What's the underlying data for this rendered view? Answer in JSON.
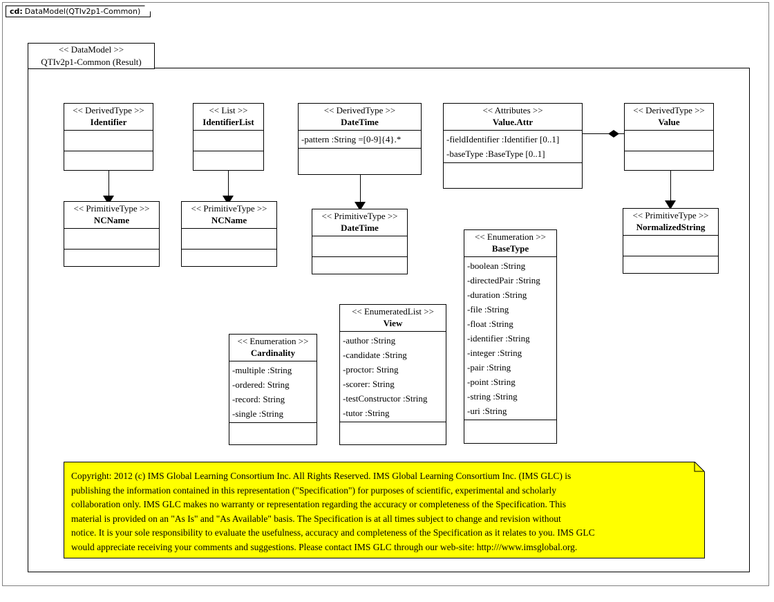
{
  "diagram": {
    "tab_key": "cd:",
    "tab_title": "DataModel(QTIv2p1-Common)"
  },
  "package": {
    "stereotype": "<< DataModel >>",
    "name": "QTIv2p1-Common (Result)"
  },
  "classes": [
    {
      "id": "identifier",
      "stereotype": "<< DerivedType  >>",
      "name": "Identifier",
      "attributes": []
    },
    {
      "id": "identifierlist",
      "stereotype": "<< List >>",
      "name": "IdentifierList",
      "attributes": []
    },
    {
      "id": "datetime-derived",
      "stereotype": "<< DerivedType  >>",
      "name": "DateTime",
      "attributes": [
        "-pattern :String =[0-9]{4}.*"
      ]
    },
    {
      "id": "value-attr",
      "stereotype": "<< Attributes  >>",
      "name": "Value.Attr",
      "attributes": [
        "-fieldIdentifier   :Identifier [0..1]",
        "-baseType :BaseType [0..1]"
      ]
    },
    {
      "id": "value",
      "stereotype": "<< DerivedType  >>",
      "name": "Value",
      "attributes": []
    },
    {
      "id": "ncname-1",
      "stereotype": "<< PrimitiveType  >>",
      "name": "NCName",
      "attributes": []
    },
    {
      "id": "ncname-2",
      "stereotype": "<< PrimitiveType  >>",
      "name": "NCName",
      "attributes": []
    },
    {
      "id": "datetime-primitive",
      "stereotype": "<< PrimitiveType  >>",
      "name": "DateTime",
      "attributes": []
    },
    {
      "id": "normalizedstring",
      "stereotype": "<< PrimitiveType  >>",
      "name": "NormalizedString",
      "attributes": []
    },
    {
      "id": "basetype",
      "stereotype": "<< Enumeration  >>",
      "name": "BaseType",
      "attributes": [
        "-boolean :String",
        "-directedPair :String",
        "-duration :String",
        "-file :String",
        "-float :String",
        "-identifier :String",
        "-integer :String",
        "-pair :String",
        "-point :String",
        "-string :String",
        "-uri :String"
      ]
    },
    {
      "id": "cardinality",
      "stereotype": "<< Enumeration  >>",
      "name": "Cardinality",
      "attributes": [
        "-multiple  :String",
        "-ordered: String",
        "-record: String",
        "-single :String"
      ]
    },
    {
      "id": "view",
      "stereotype": "<< EnumeratedList  >>",
      "name": "View",
      "attributes": [
        "-author :String",
        "-candidate :String",
        "-proctor: String",
        "-scorer: String",
        "-testConstructor :String",
        "-tutor :String"
      ]
    }
  ],
  "note": {
    "background_color": "#ffff00",
    "lines": [
      "Copyright: 2012 (c) IMS Global Learning Consortium Inc.  All Rights Reserved.  IMS Global Learning Consortium Inc. (IMS GLC) is",
      "publishing the information contained in this representation (\"Specification\") for purposes of scientific, experimental and scholarly",
      "collaboration only.  IMS GLC makes no warranty or representation regarding the accuracy or completeness of the Specification.  This",
      "material is provided on an \"As Is\" and \"As Available\" basis.  The Specification is at all times subject to change and revision without",
      "notice.  It is your sole responsibility to evaluate the usefulness, accuracy and completeness of the Specification as it relates to you.  IMS GLC",
      "would appreciate receiving your comments and suggestions.  Please contact IMS GLC through our web-site: http:///www.imsglobal.org."
    ]
  }
}
